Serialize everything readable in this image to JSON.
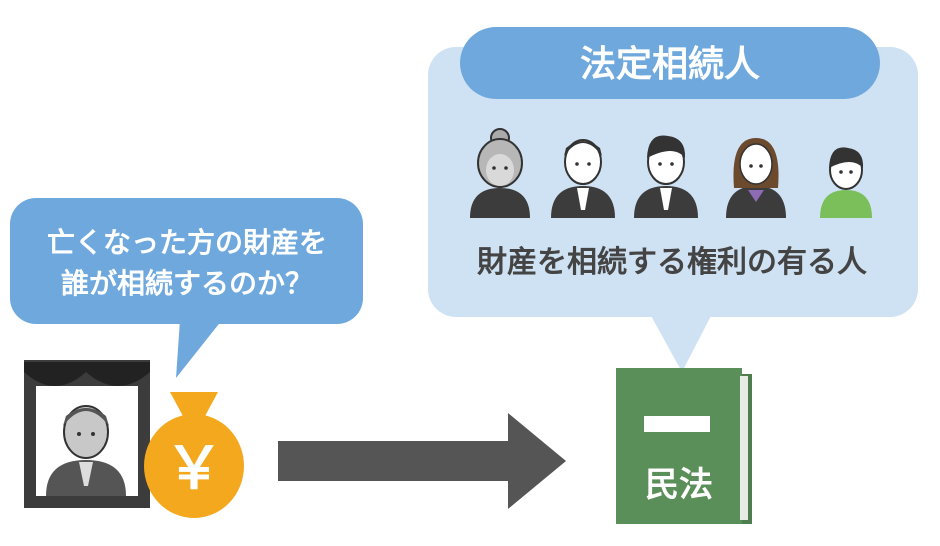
{
  "question_bubble": {
    "line1": "亡くなった方の財産を",
    "line2": "誰が相続するのか？"
  },
  "heirs_panel": {
    "title": "法定相続人",
    "caption": "財産を相続する権利の有る人",
    "people": [
      {
        "icon": "elderly-woman-icon"
      },
      {
        "icon": "elderly-man-icon"
      },
      {
        "icon": "man-icon"
      },
      {
        "icon": "woman-icon"
      },
      {
        "icon": "boy-icon"
      }
    ]
  },
  "money_bag": {
    "symbol": "￥"
  },
  "book": {
    "label": "民法"
  },
  "colors": {
    "bubble_blue": "#6fa8dc",
    "panel_blue": "#cfe2f3",
    "title_pill": "#6fa8dc",
    "caption_text": "#444444",
    "arrow": "#555555",
    "book_green": "#5b8f5a",
    "bag_orange": "#f4a81d",
    "portrait_dark": "#3c3c3c"
  }
}
